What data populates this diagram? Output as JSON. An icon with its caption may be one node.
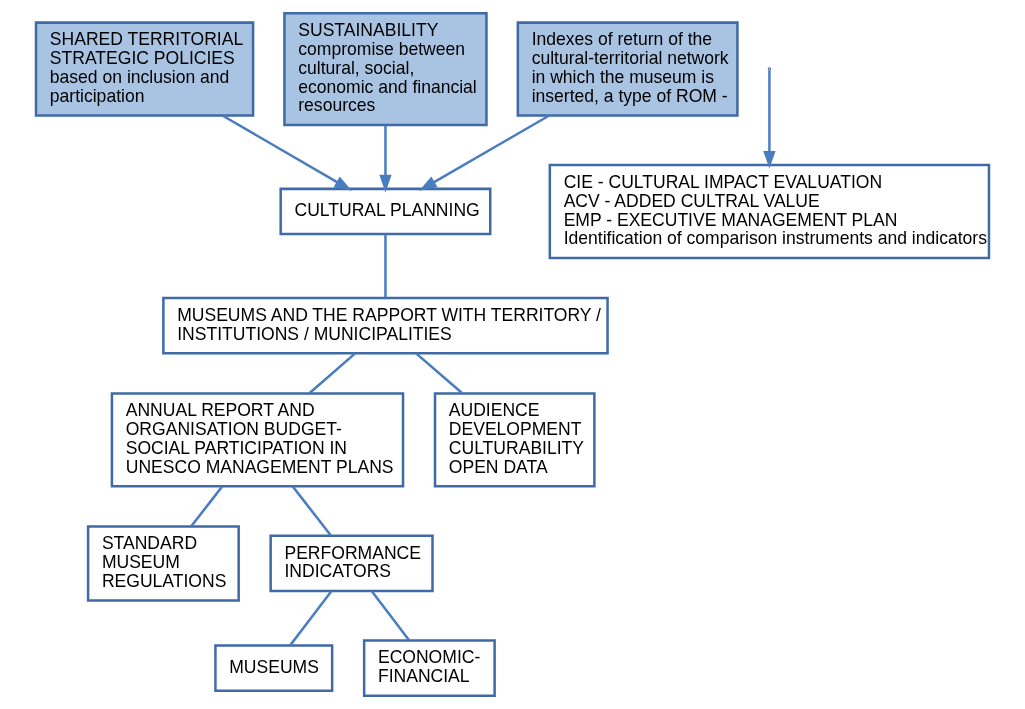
{
  "diagram": {
    "nodes": [
      {
        "text": [
          "CULTURAL PLANNING"
        ]
      },
      {
        "text": [
          "MUSEUMS AND THE RAPPORT WITH TERRITORY / INSTITUTIONS / MUNICIPALITIES"
        ]
      },
      {
        "text": [
          "ANNUAL REPORT AND ORGANISATION BUDGET- SOCIAL PARTICIPATION IN UNESCO MANAGEMENT PLANS"
        ]
      },
      {
        "text": [
          "AUDIENCE DEVELOPMENT CULTURABILITY OPEN DATA"
        ]
      },
      {
        "text": [
          "STANDARD MUSEUM REGULATIONS"
        ]
      },
      {
        "text": [
          "PERFORMANCE INDICATORS"
        ]
      },
      {
        "text": [
          "MUSEUMS"
        ]
      },
      {
        "text": [
          "ECONOMIC- FINANCIAL"
        ]
      },
      {
        "text": [
          "CIE - CULTURAL IMPACT EVALUATION",
          "ACV - ADDED CULTRAL VALUE",
          "EMP - EXECUTIVE MANAGEMENT PLAN",
          "Identification of comparison instruments and indicators"
        ]
      },
      {
        "text": [
          "SHARED TERRITORIAL STRATEGIC POLICIES",
          "based on inclusion and participation"
        ]
      },
      {
        "text": [
          "SUSTAINABILITY",
          "compromise between cultural, social, economic and financial resources"
        ]
      },
      {
        "text": [
          "Indexes of return of the cultural-territorial network in which the museum is inserted, a type of ROM -"
        ]
      }
    ],
    "edges": [
      {
        "from": 0,
        "to": 1,
        "arrow": "none"
      },
      {
        "from": 1,
        "to": 2,
        "arrow": "none"
      },
      {
        "from": 1,
        "to": 3,
        "arrow": "none"
      },
      {
        "from": 2,
        "to": 4,
        "arrow": "none"
      },
      {
        "from": 2,
        "to": 5,
        "arrow": "none"
      },
      {
        "from": 5,
        "to": 6,
        "arrow": "none"
      },
      {
        "from": 5,
        "to": 7,
        "arrow": "none"
      },
      {
        "from": null,
        "to": 8,
        "arrow": "to"
      },
      {
        "from": 9,
        "to": 0,
        "arrow": "to"
      },
      {
        "from": 10,
        "to": 0,
        "arrow": "to"
      },
      {
        "from": 11,
        "to": 0,
        "arrow": "to"
      }
    ]
  }
}
